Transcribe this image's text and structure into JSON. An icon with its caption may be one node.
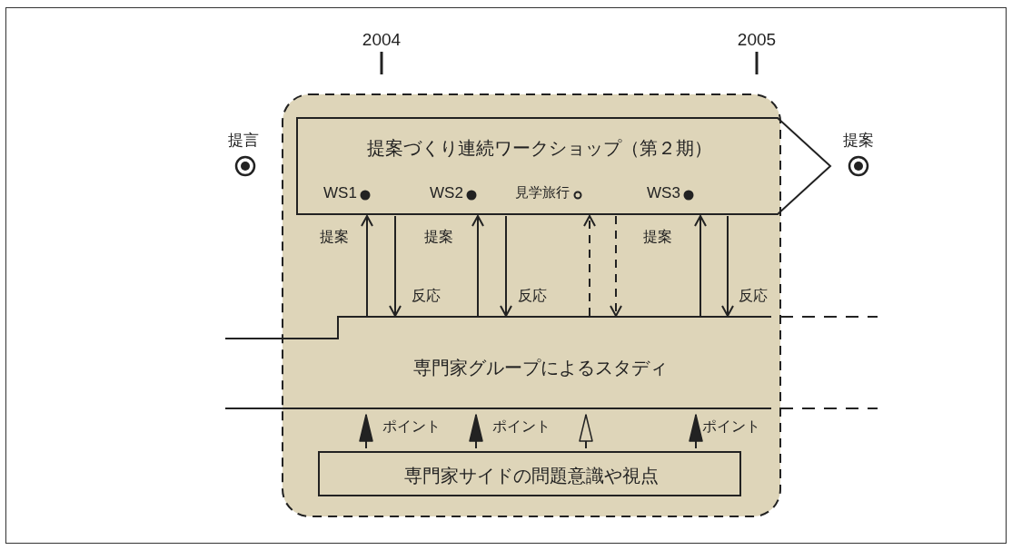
{
  "diagram": {
    "nodes": [
      {
        "text": [],
        "shape": "box"
      },
      {
        "text": [
          "提案づくり連続ワークショップ（第２期）",
          "WS1",
          "WS2",
          "見学旅行",
          "WS3"
        ]
      },
      {
        "text": [
          "専門家グループによるスタディ"
        ]
      },
      {
        "text": [
          "専門家サイドの問題意識や視点"
        ],
        "in": 0
      }
    ],
    "edges": [
      {
        "from": 2,
        "to": 1,
        "arrow": "to",
        "label": "提案"
      },
      {
        "from": 1,
        "to": 2,
        "arrow": "to",
        "label": "反応"
      },
      {
        "from": 2,
        "to": 1,
        "arrow": "to",
        "label": "提案"
      },
      {
        "from": 1,
        "to": 2,
        "arrow": "to",
        "label": "反応"
      },
      {
        "from": 2,
        "to": 1,
        "arrow": "to",
        "style": "dashed"
      },
      {
        "from": 1,
        "to": 2,
        "arrow": "to",
        "style": "dashed"
      },
      {
        "from": 2,
        "to": 1,
        "arrow": "to",
        "label": "提案"
      },
      {
        "from": 1,
        "to": 2,
        "arrow": "to",
        "label": "反応"
      },
      {
        "from": 3,
        "to": 2,
        "arrow": "to",
        "label": "ポイント"
      },
      {
        "from": 3,
        "to": 2,
        "arrow": "to",
        "label": "ポイント"
      },
      {
        "from": 3,
        "to": 2,
        "arrow": "to"
      },
      {
        "from": 3,
        "to": 2,
        "arrow": "to",
        "label": "ポイント"
      }
    ],
    "labels": [
      "2004",
      "2005",
      "提言",
      "提案"
    ]
  }
}
